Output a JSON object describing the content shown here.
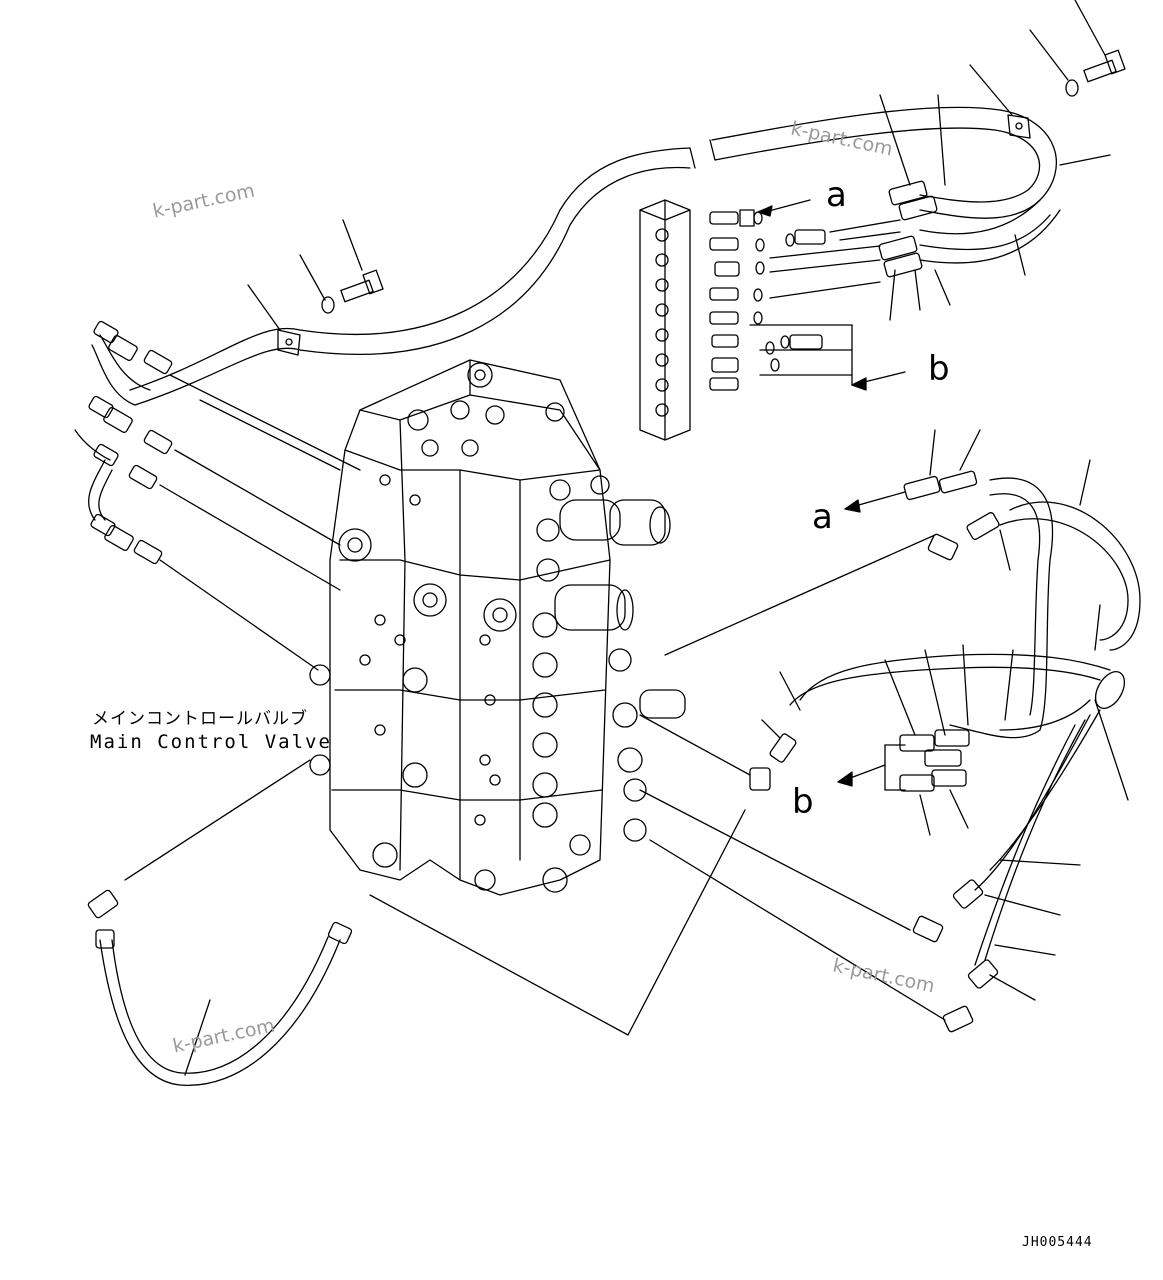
{
  "diagram": {
    "valve_label_jp": "メインコントロールバルブ",
    "valve_label_en": "Main Control Valve",
    "drawing_number": "JH005444",
    "connector_refs": {
      "a_top": "a",
      "b_top": "b",
      "a_right": "a",
      "b_right": "b"
    },
    "watermarks": [
      "k-part.com",
      "k-part.com",
      "k-part.com",
      "k-part.com"
    ]
  },
  "colors": {
    "line": "#000000",
    "background": "#ffffff",
    "watermark": "#9a9a9a"
  }
}
